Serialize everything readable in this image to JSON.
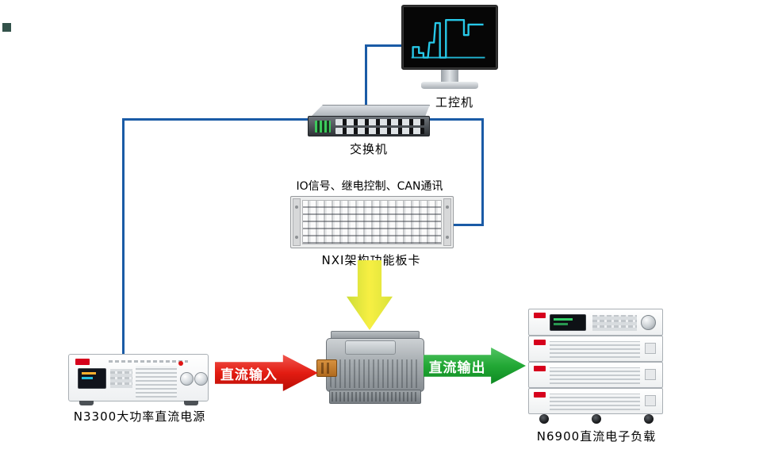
{
  "nodes": {
    "ipc": {
      "label": "工控机"
    },
    "switch": {
      "label": "交换机"
    },
    "nxi": {
      "caption": "IO信号、继电控制、CAN通讯",
      "label": "NXI架构功能板卡"
    },
    "psu": {
      "label": "N3300大功率直流电源"
    },
    "load": {
      "label": "N6900直流电子负载"
    }
  },
  "flows": {
    "dc_input": {
      "label": "直流输入",
      "color": "#e31c12"
    },
    "dc_output": {
      "label": "直流输出",
      "color": "#22a835"
    },
    "control": {
      "color": "#f2ea3b"
    }
  },
  "colors": {
    "connection_line": "#1a5ba6",
    "background": "#ffffff",
    "brand_logo": "#d6001c",
    "waveform": "#27c8e8"
  }
}
